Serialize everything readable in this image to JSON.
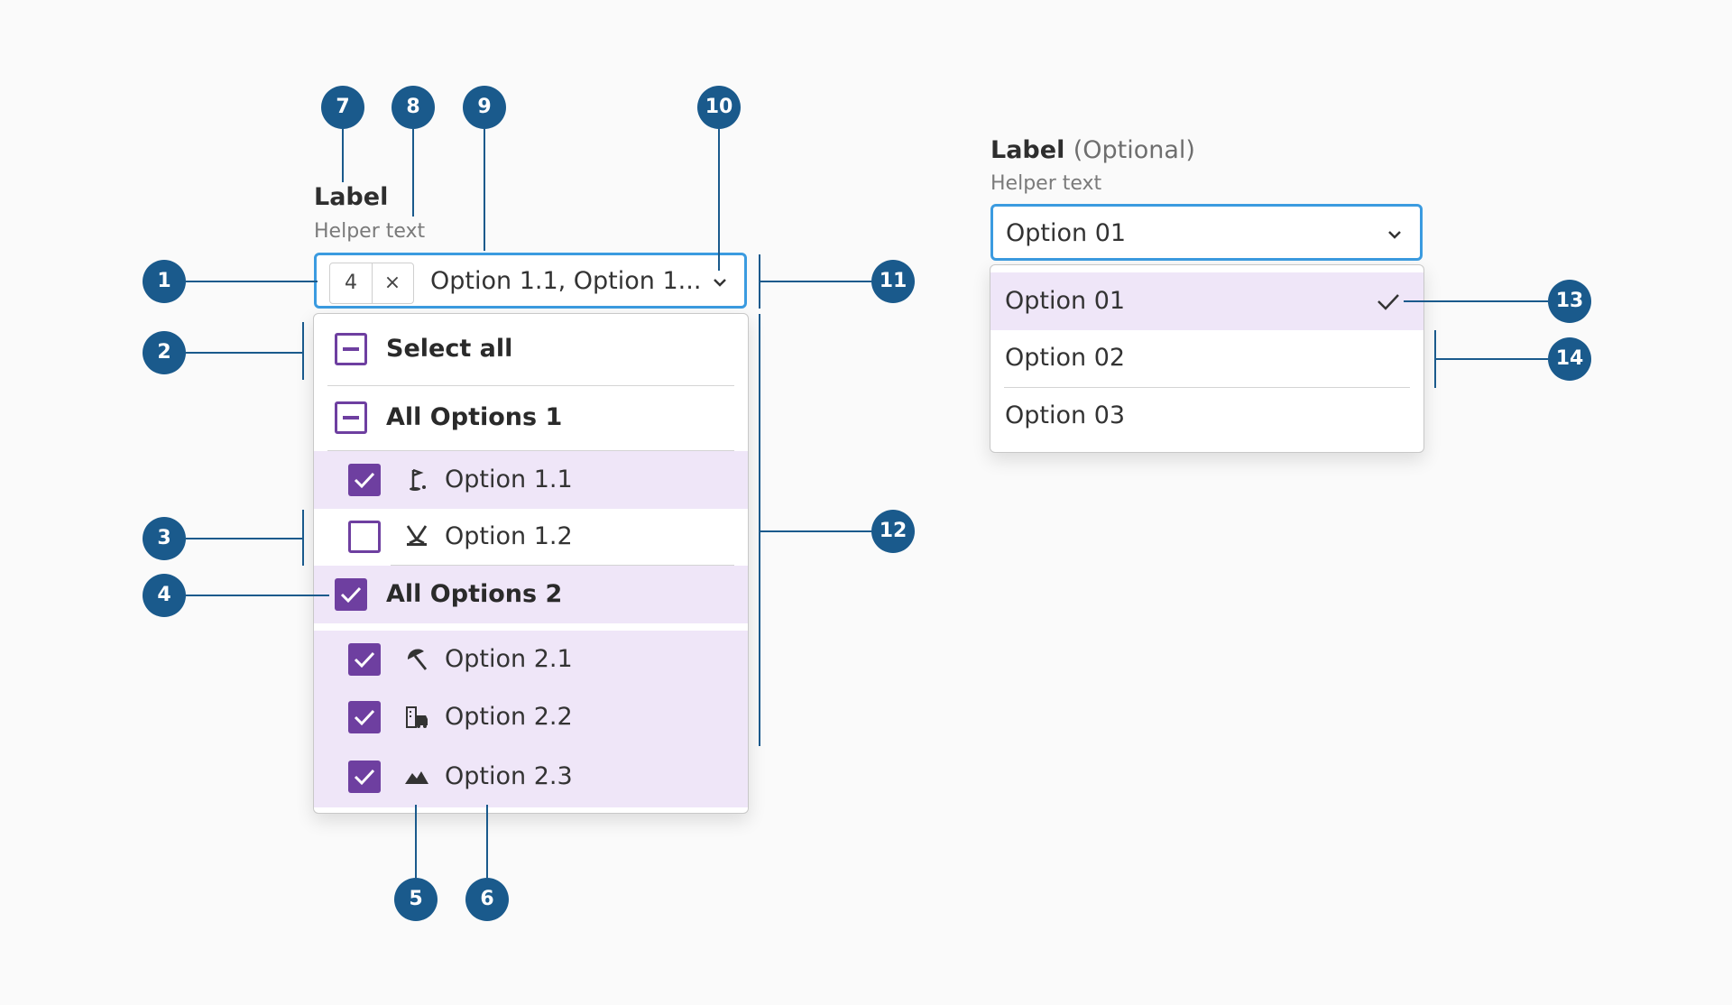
{
  "left": {
    "label": "Label",
    "helper": "Helper text",
    "count": "4",
    "clear_glyph": "×",
    "value": "Option 1.1, Option 1...",
    "select_all": "Select all",
    "groups": [
      {
        "label": "All Options 1",
        "state": "indeterminate",
        "items": [
          {
            "label": "Option 1.1",
            "icon": "golf-icon",
            "checked": true
          },
          {
            "label": "Option 1.2",
            "icon": "hockey-icon",
            "checked": false
          }
        ]
      },
      {
        "label": "All Options 2",
        "state": "checked",
        "items": [
          {
            "label": "Option 2.1",
            "icon": "beach-umbrella-icon",
            "checked": true
          },
          {
            "label": "Option 2.2",
            "icon": "city-car-icon",
            "checked": true
          },
          {
            "label": "Option 2.3",
            "icon": "mountain-icon",
            "checked": true
          }
        ]
      }
    ]
  },
  "right": {
    "label": "Label",
    "label_suffix": "(Optional)",
    "helper": "Helper text",
    "value": "Option 01",
    "options": [
      {
        "label": "Option 01",
        "selected": true
      },
      {
        "label": "Option 02",
        "selected": false
      },
      {
        "label": "Option 03",
        "selected": false
      }
    ]
  },
  "callouts": [
    "1",
    "2",
    "3",
    "4",
    "5",
    "6",
    "7",
    "8",
    "9",
    "10",
    "11",
    "12",
    "13",
    "14"
  ],
  "colors": {
    "accent": "#6e3fa0",
    "focus": "#3b9be0",
    "badge": "#1a5a8c",
    "selected_bg": "#efe6f8"
  }
}
